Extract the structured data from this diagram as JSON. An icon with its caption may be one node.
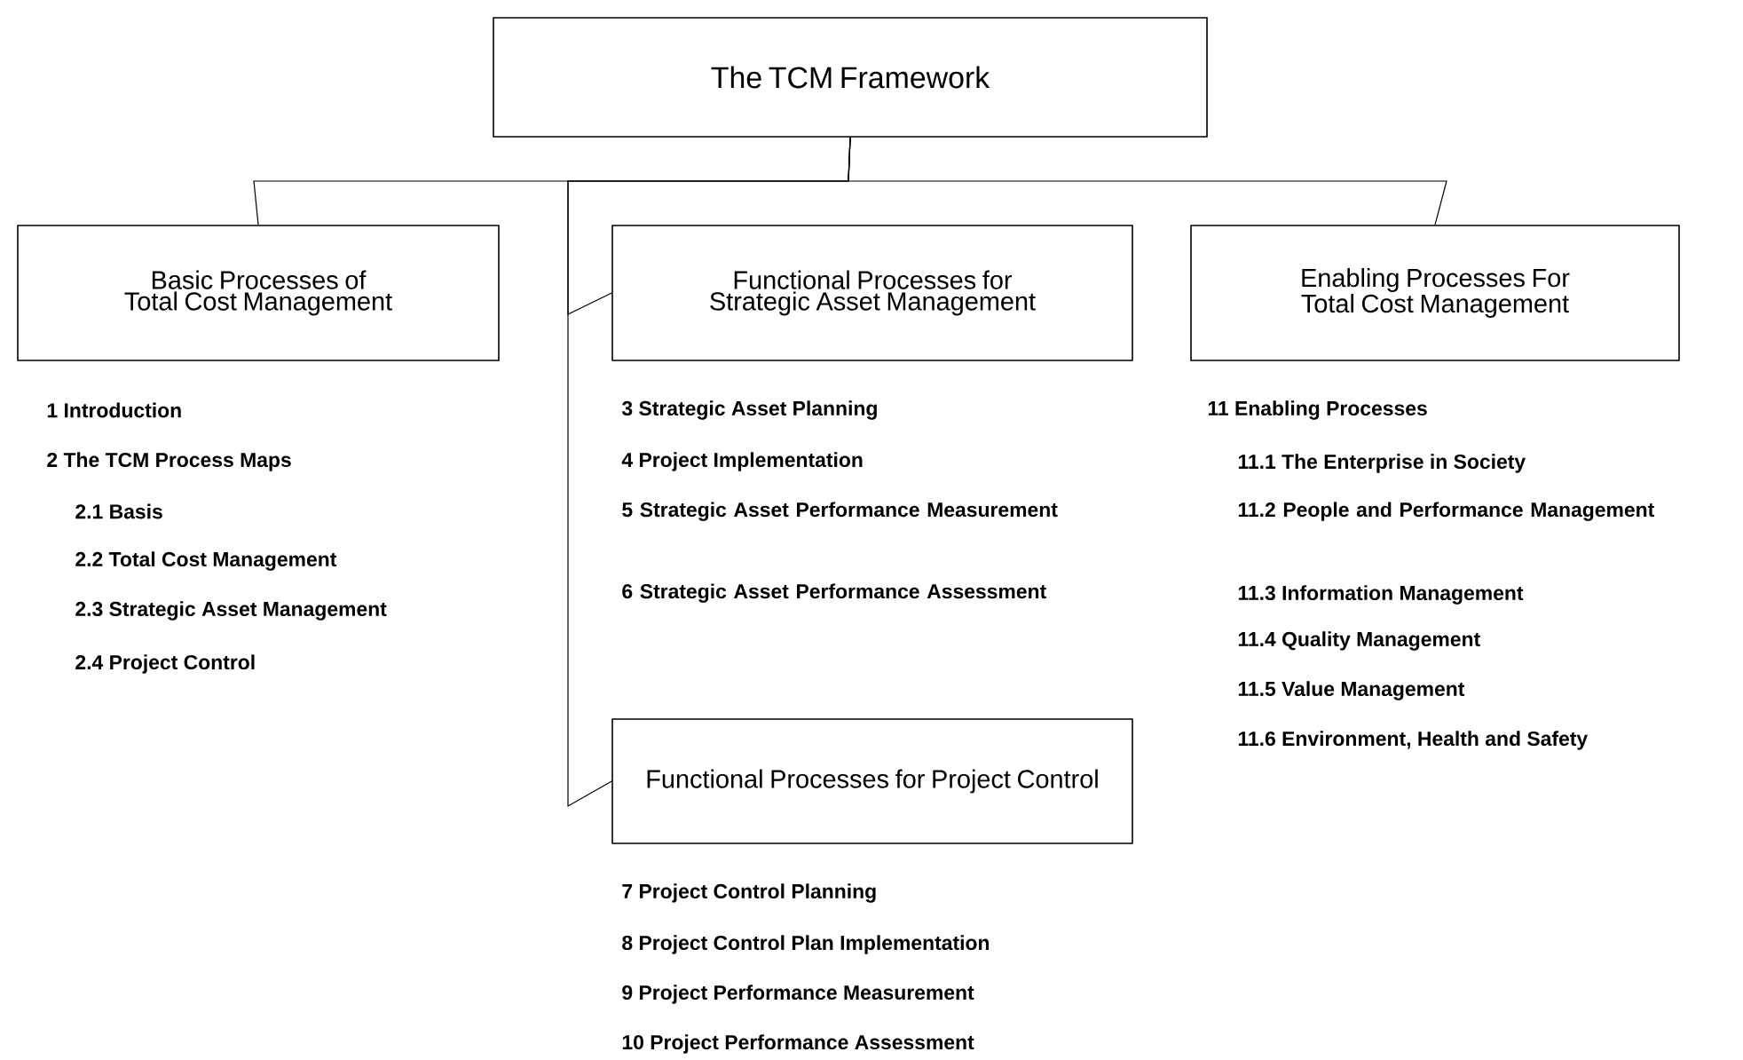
{
  "diagram": {
    "nodes": [
      {
        "text": [
          "The TCM Framework"
        ]
      },
      {
        "text": [
          "Basic Processes of Total Cost Management"
        ]
      },
      {
        "text": [
          "Functional Processes for Strategic Asset Management"
        ]
      },
      {
        "text": [
          "Enabling Processes For Total Cost Management"
        ]
      },
      {
        "text": [
          "Functional Processes for Project Control"
        ]
      }
    ],
    "edges": [
      {
        "from": 0,
        "to": 1,
        "arrow": "none"
      },
      {
        "from": 0,
        "to": 2,
        "arrow": "none"
      },
      {
        "from": 0,
        "to": 3,
        "arrow": "none"
      },
      {
        "from": 0,
        "to": 4,
        "arrow": "none"
      }
    ],
    "labels": [
      "1 Introduction",
      "2 The TCM Process Maps",
      "2.1 Basis",
      "2.2 Total Cost Management",
      "2.3 Strategic Asset Management",
      "2.4 Project Control",
      "3 Strategic Asset Planning",
      "4 Project Implementation",
      "5 Strategic Asset Performance Measurement",
      "6 Strategic Asset Performance Assessment",
      "11 Enabling Processes",
      "11.1 The Enterprise in Society",
      "11.2 People and Performance Management",
      "11.3 Information Management",
      "11.4 Quality Management",
      "11.5 Value Management",
      "11.6 Environment, Health and Safety",
      "7 Project Control Planning",
      "8 Project Control Plan Implementation",
      "9 Project Performance  Measurement",
      "10 Project Performance Assessment"
    ]
  }
}
